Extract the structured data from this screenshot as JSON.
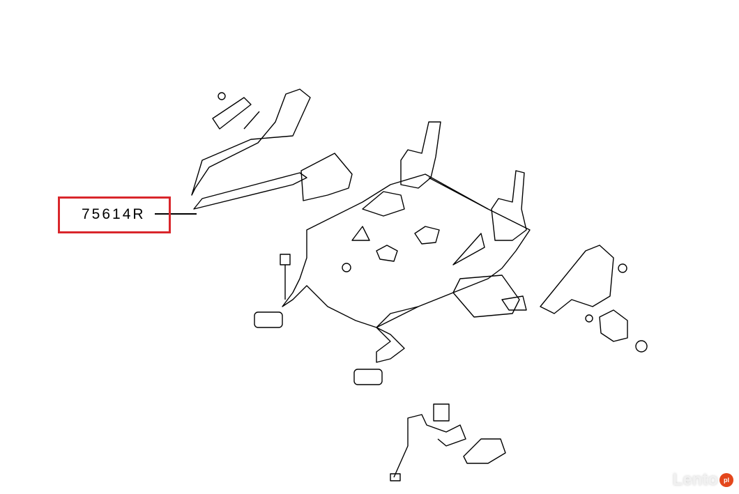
{
  "diagram": {
    "callout_label": "75614R",
    "highlight_color": "#d9262b"
  },
  "watermark": {
    "brand": "Lento",
    "badge": "pl"
  }
}
